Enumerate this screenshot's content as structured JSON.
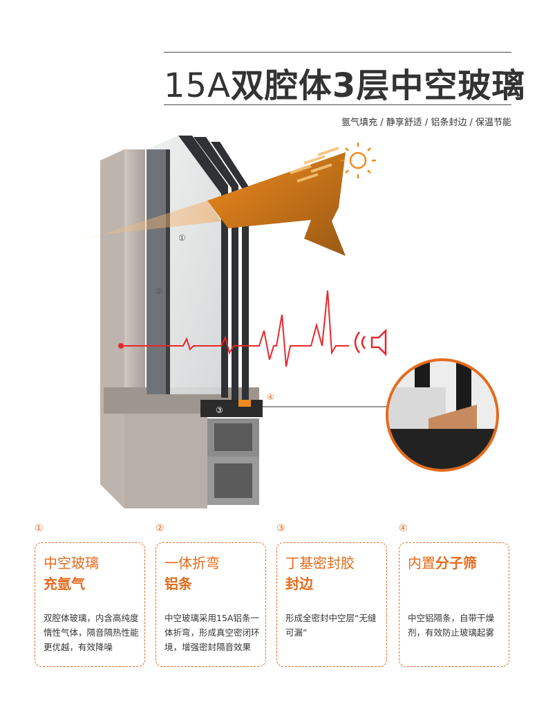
{
  "header": {
    "title_light": "15A",
    "title_bold": "双腔体3层中空玻璃",
    "subtitle": "氩气填充 / 静享舒适 / 铝条封边 / 保温节能"
  },
  "illustration": {
    "markers": [
      "①",
      "②",
      "③",
      "④"
    ]
  },
  "features": [
    {
      "num": "①",
      "line1": "中空玻璃",
      "line2": "充氩气",
      "desc": "双腔体玻璃，内含高纯度惰性气体，隔音隔热性能更优越，有效降噪"
    },
    {
      "num": "②",
      "line1": "一体折弯",
      "line2": "铝条",
      "desc": "中空玻璃采用15A铝条一体折弯，形成真空密闭环境，增强密封隔音效果"
    },
    {
      "num": "③",
      "line1": "丁基密封胶",
      "line2": "封边",
      "desc": "形成全密封中空层“无缝可漏”"
    },
    {
      "num": "④",
      "line1_normal": "内置",
      "line1_bold": "分子筛",
      "line2": "",
      "desc": "中空铝隔条，自带干燥剂，有效防止玻璃起雾"
    }
  ],
  "colors": {
    "accent": "#e56a1c",
    "text": "#333333",
    "wave": "#e8262a"
  }
}
